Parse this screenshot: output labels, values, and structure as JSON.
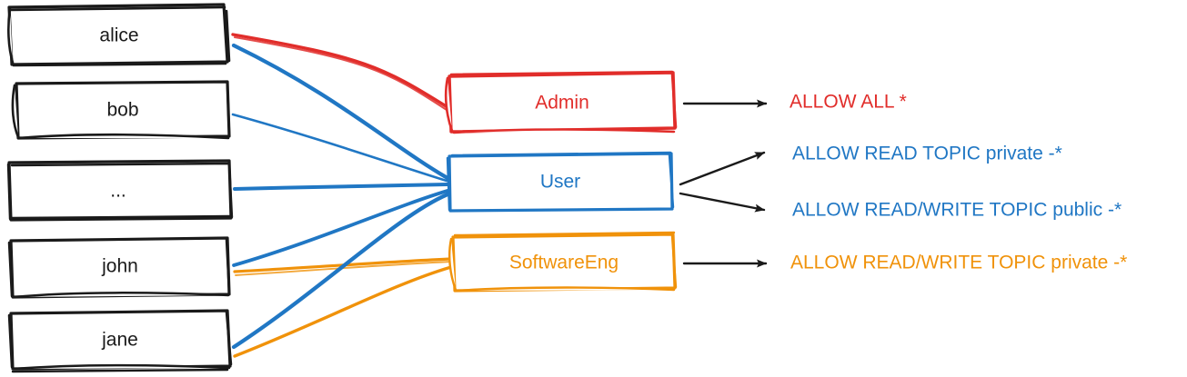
{
  "diagram": {
    "type": "authorization-role-mapping",
    "style": "hand-drawn-sketch",
    "background_color": "#ffffff",
    "colors": {
      "admin_red": "#e12d2a",
      "user_blue": "#2077c4",
      "softwareeng_orange": "#f0920a",
      "box_black": "#1a1a1a",
      "arrow_black": "#1a1a1a"
    }
  },
  "users": [
    {
      "id": "alice",
      "label": "alice",
      "roles": [
        "Admin",
        "User"
      ]
    },
    {
      "id": "bob",
      "label": "bob",
      "roles": [
        "User"
      ]
    },
    {
      "id": "ellipsis",
      "label": "...",
      "roles": [
        "User"
      ]
    },
    {
      "id": "john",
      "label": "john",
      "roles": [
        "User",
        "SoftwareEng"
      ]
    },
    {
      "id": "jane",
      "label": "jane",
      "roles": [
        "User",
        "SoftwareEng"
      ]
    }
  ],
  "roles": [
    {
      "id": "admin",
      "label": "Admin",
      "color": "#e12d2a"
    },
    {
      "id": "user",
      "label": "User",
      "color": "#2077c4"
    },
    {
      "id": "softwareeng",
      "label": "SoftwareEng",
      "color": "#f0920a"
    }
  ],
  "rules": [
    {
      "id": "rule-admin-all",
      "role": "admin",
      "label": "ALLOW ALL *",
      "color": "#e12d2a"
    },
    {
      "id": "rule-user-read-private",
      "role": "user",
      "label": "ALLOW READ TOPIC private -*",
      "color": "#2077c4"
    },
    {
      "id": "rule-user-readwrite-public",
      "role": "user",
      "label": "ALLOW READ/WRITE TOPIC public -*",
      "color": "#2077c4"
    },
    {
      "id": "rule-se-readwrite-private",
      "role": "softwareeng",
      "label": "ALLOW READ/WRITE TOPIC private -*",
      "color": "#f0920a"
    }
  ]
}
